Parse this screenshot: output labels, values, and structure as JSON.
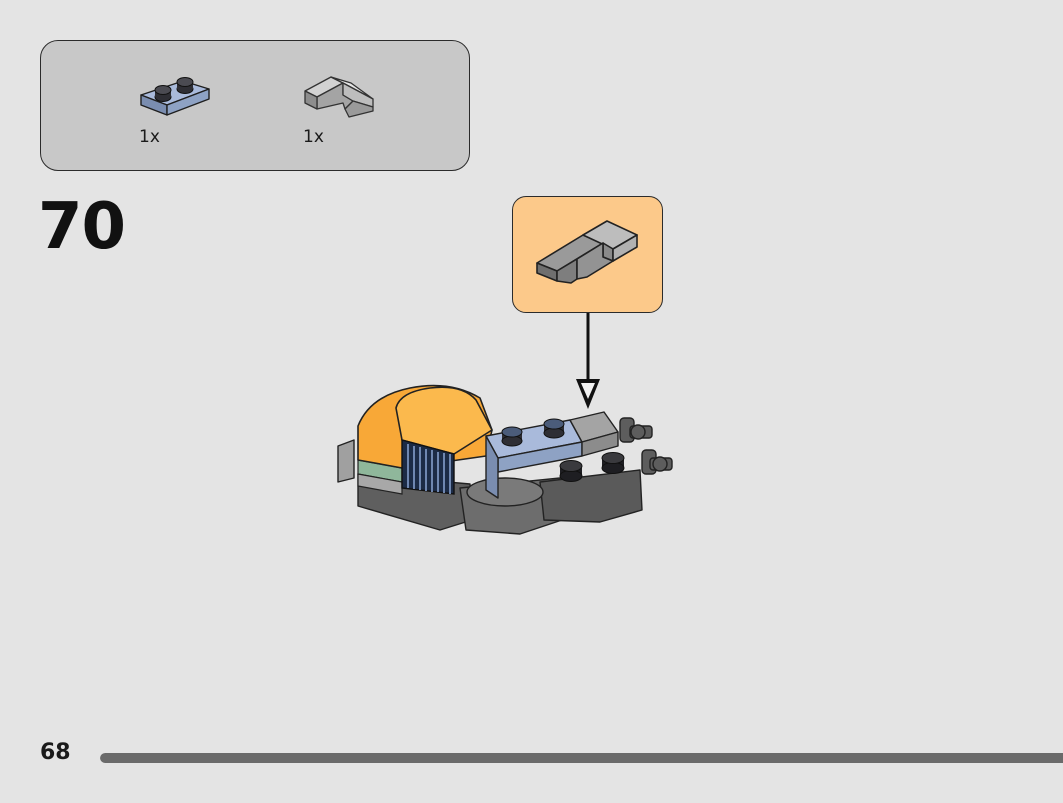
{
  "parts_list": {
    "items": [
      {
        "part": "blue-plate-1x2",
        "qty": "1x",
        "color": "#8ea2c4"
      },
      {
        "part": "grey-slope-1x2",
        "qty": "1x",
        "color": "#a4a4a4"
      }
    ]
  },
  "step": {
    "number": "70"
  },
  "callout": {
    "part": "grey-slope-1x2",
    "background": "#fcc98a"
  },
  "page": {
    "number": "68",
    "progress": 1.0
  },
  "colors": {
    "background": "#e4e4e4",
    "parts_box": "#c8c8c8",
    "orange": "#f8a837",
    "dark_grey": "#5d5d5d",
    "sand_blue": "#8ea2c4",
    "sand_green": "#8fb79b"
  }
}
